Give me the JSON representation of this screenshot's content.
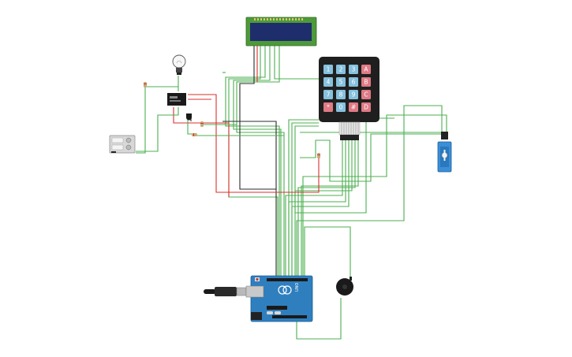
{
  "keypad": {
    "keys": [
      "1",
      "2",
      "3",
      "A",
      "4",
      "5",
      "6",
      "B",
      "7",
      "8",
      "9",
      "C",
      "*",
      "0",
      "#",
      "D"
    ],
    "digit_color": "#86c1de",
    "letter_color": "#e07a85"
  },
  "arduino": {
    "board_label": "UNO"
  },
  "colors": {
    "wire_green": "#4caf50",
    "wire_red": "#d9302e",
    "wire_black": "#2a2a2a",
    "arduino_blue": "#2f7fbf",
    "lcd_green": "#4e9a3a",
    "lcd_screen": "#1e2d6b",
    "servo_blue": "#3a8fd6"
  }
}
